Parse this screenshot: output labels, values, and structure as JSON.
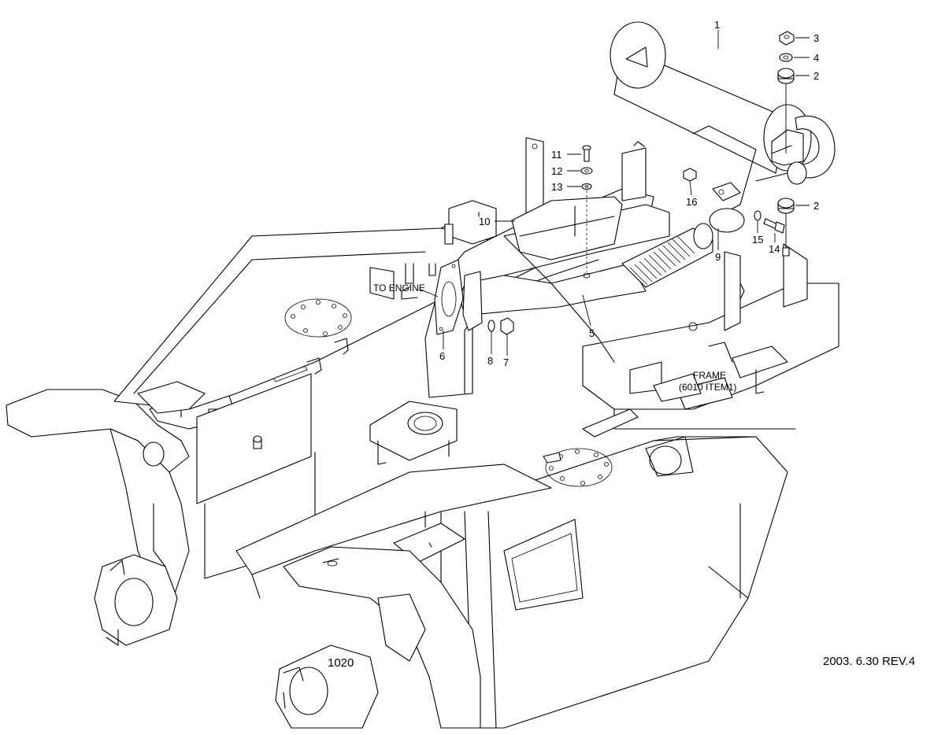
{
  "diagram": {
    "part_labels": [
      {
        "id": "p1",
        "text": "1"
      },
      {
        "id": "p3",
        "text": "3"
      },
      {
        "id": "p4",
        "text": "4"
      },
      {
        "id": "p2a",
        "text": "2"
      },
      {
        "id": "p2b",
        "text": "2"
      },
      {
        "id": "p11",
        "text": "11"
      },
      {
        "id": "p12",
        "text": "12"
      },
      {
        "id": "p13",
        "text": "13"
      },
      {
        "id": "p10",
        "text": "10"
      },
      {
        "id": "p16",
        "text": "16"
      },
      {
        "id": "p9",
        "text": "9"
      },
      {
        "id": "p15",
        "text": "15"
      },
      {
        "id": "p14",
        "text": "14"
      },
      {
        "id": "p5",
        "text": "5"
      },
      {
        "id": "p6",
        "text": "6"
      },
      {
        "id": "p8",
        "text": "8"
      },
      {
        "id": "p7",
        "text": "7"
      }
    ],
    "callouts": {
      "to_engine": "TO ENGINE",
      "frame_line1": "FRAME",
      "frame_line2": "(6010 ITEM1)"
    },
    "drawing_number": "1020",
    "revision": "2003. 6.30 REV.4"
  }
}
